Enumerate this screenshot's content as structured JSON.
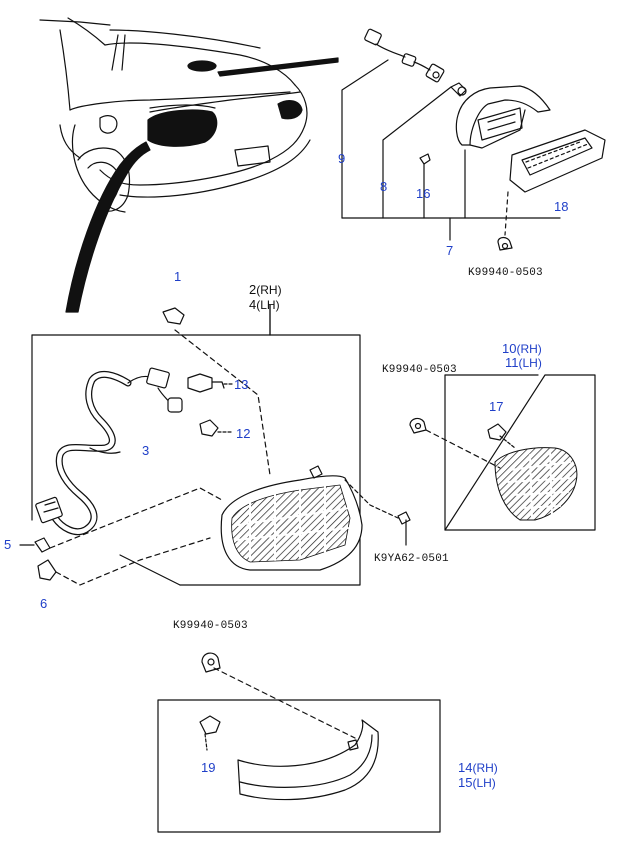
{
  "callouts": {
    "c1": "1",
    "c2": "2",
    "c2_side": "(RH)",
    "c4": "4",
    "c4_side": "(LH)",
    "c3": "3",
    "c5": "5",
    "c6": "6",
    "c7": "7",
    "c8": "8",
    "c9": "9",
    "c10": "10",
    "c10_side": "(RH)",
    "c11": "11",
    "c11_side": "(LH)",
    "c12": "12",
    "c13": "13",
    "c14": "14",
    "c14_side": "(RH)",
    "c15": "15",
    "c15_side": "(LH)",
    "c16": "16",
    "c17": "17",
    "c18": "18",
    "c19": "19"
  },
  "codes": {
    "k_top": "K99940-0503",
    "k_mid": "K99940-0503",
    "k_bottom": "K99940-0503",
    "k_screw": "K9YA62-0501"
  },
  "colors": {
    "callout_blue": "#1f3fc8",
    "line": "#111111"
  }
}
